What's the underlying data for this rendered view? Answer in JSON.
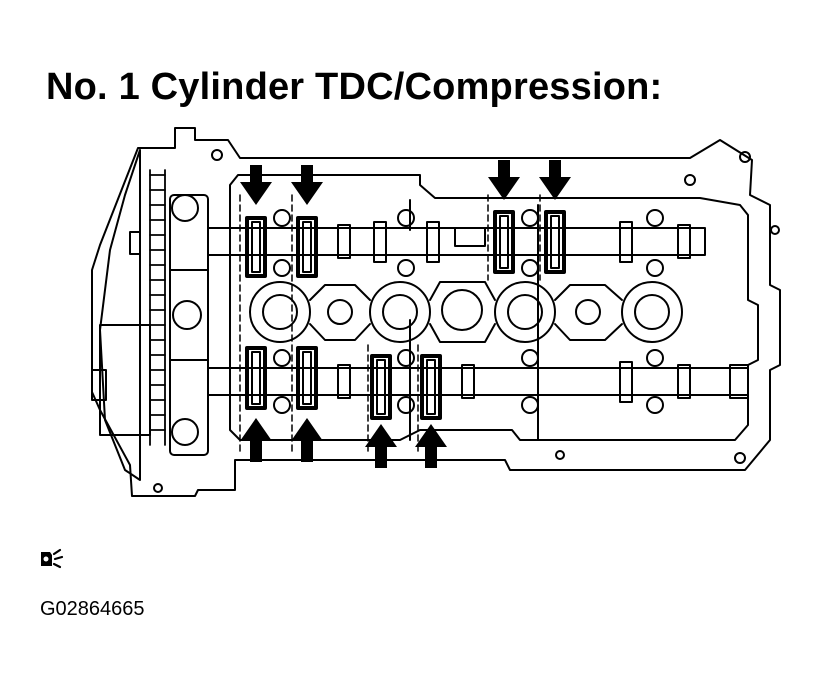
{
  "figure": {
    "title": "No. 1 Cylinder TDC/Compression:",
    "figure_id": "G02864665",
    "reference_icon": "service-hint-icon"
  },
  "cams": {
    "upper_marked": 4,
    "lower_marked": 4
  },
  "colors": {
    "line": "#000000",
    "background": "#ffffff"
  }
}
